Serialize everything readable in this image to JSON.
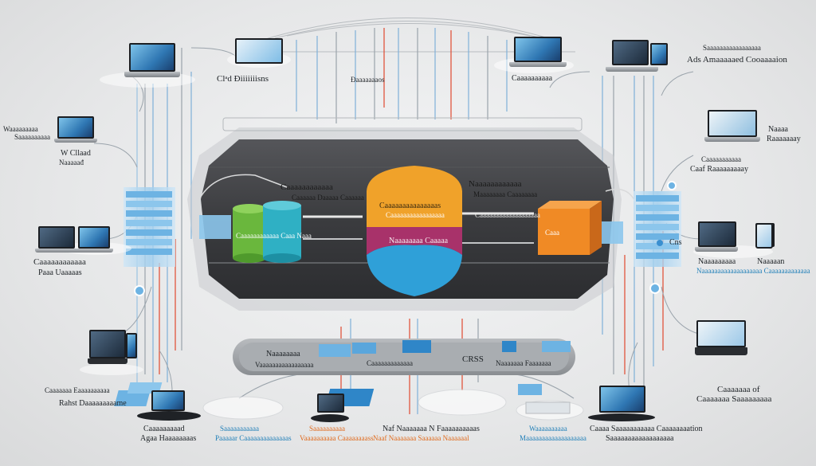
{
  "labels": {
    "top_left_cloud": "Clᵃd Điiiiiiisns",
    "top_center_small": "Đaaaaaaaos",
    "top_right_center": "Caaaaaaaaaa",
    "top_right_small": "Saaaaaaaaaaaaaaaaa",
    "top_right_title": "Ads Amaaaaaed Cooaaaaion",
    "left_top_a": "Waaaaaaaaa",
    "left_top_b": "Saaaaaaaaaa",
    "left_mid_a": "W Cllaad",
    "left_mid_b": "Naaaaađ",
    "left_lower_a": "Caaaaaaaaaaaa",
    "left_lower_b": "Paaa Uaaaaas",
    "left_bottom_a": "Caaaaaaa Eaaaaaaaaaa",
    "left_bottom_b": "Rahst Daaaaaaaaame",
    "bottom_left_a": "Caaaaaaaaad",
    "bottom_left_b": "Agaa Haaaaaaaas",
    "bottom_c1_a": "Saaaaaaaaaaa",
    "bottom_c1_b": "Paaaaar Caaaaaaaaaaaaaas",
    "bottom_c2_a": "Saaaaaaaaaa",
    "bottom_c2_b": "Vaaaaaaaaaa Caaaaaaaass",
    "bottom_c3_a": "Naf Naaaaaaa N Faaaaaaaaaas",
    "bottom_c3_b": "Naaf Naaaaaaa Saaaaaa Naaaaaal",
    "bottom_c4_a": "Waaaaaaaaaa",
    "bottom_c4_b": "Maaaaaaaaaaaaaaaaaaa",
    "bottom_right_a": "Caaaa Saaaaaaaaaaa Caaaaaaaation",
    "bottom_right_b": "Saaaaaaaaaaaaaaaaaa",
    "right_top_a": "Naaaa",
    "right_top_b": "Raaaaaaay",
    "right_mid_a": "Caaaaaaaaaaa",
    "right_mid_b": "Caaf Raaaaaaaaay",
    "right_cns": "Cns",
    "right_lower_a": "Naaaaaaaaa",
    "right_lower_b": "Naaaaan",
    "right_lower_c": "Naaaaaaaaaaaaaaaaaaa Caaaaaaaaaaaaa",
    "right_bottom_a": "Caaaaaaa of",
    "right_bottom_b": "Caaaaaaa Saaaaaaaaa",
    "hub_left_a": "Caaaaaaaaaaaa",
    "hub_left_b": "Caaaaaa Daaaaa Caaaaaa",
    "hub_right_a": "Naaaaaaaaaaaa",
    "hub_right_b": "Maaaaaaaa Caaaaaaaa",
    "hub_right_c": "Caaaaaaaaaaaaaaaaaaa",
    "cyl_left": "Caaaaaaaaaaaa Caaa Naaa",
    "cyl_right": "Caaa",
    "core_top": "Caaaaaaaaaaaaaaas",
    "core_top_b": "Caaaaaaaaaaaaaaaaa",
    "core_mid": "Naaaaaaaa Caaaaa",
    "lower_bar_a": "Naaaaaaaa",
    "lower_bar_b": "Vaaaaaaaaaaaaaaaaa",
    "lower_bar_c": "Caaaaaaaaaaaaa",
    "lower_bar_d": "CRSS",
    "lower_bar_e": "Naaaaaaa Faaaaaaa"
  },
  "colors": {
    "core_orange": "#f0a22a",
    "core_magenta": "#a8326a",
    "core_blue": "#2fa0d8",
    "cyl_green": "#6ab73d",
    "cyl_teal": "#2fb0c4",
    "cube_orange": "#f08a25",
    "hub_dark": "#3f3f41",
    "wire_red": "#e0492f",
    "wire_blue": "#3a8fd0"
  },
  "icons": [
    "laptop-icon",
    "monitor-icon",
    "tablet-icon",
    "server-rack-icon",
    "cylinder-database-icon",
    "cube-storage-icon",
    "core-shield-icon"
  ]
}
